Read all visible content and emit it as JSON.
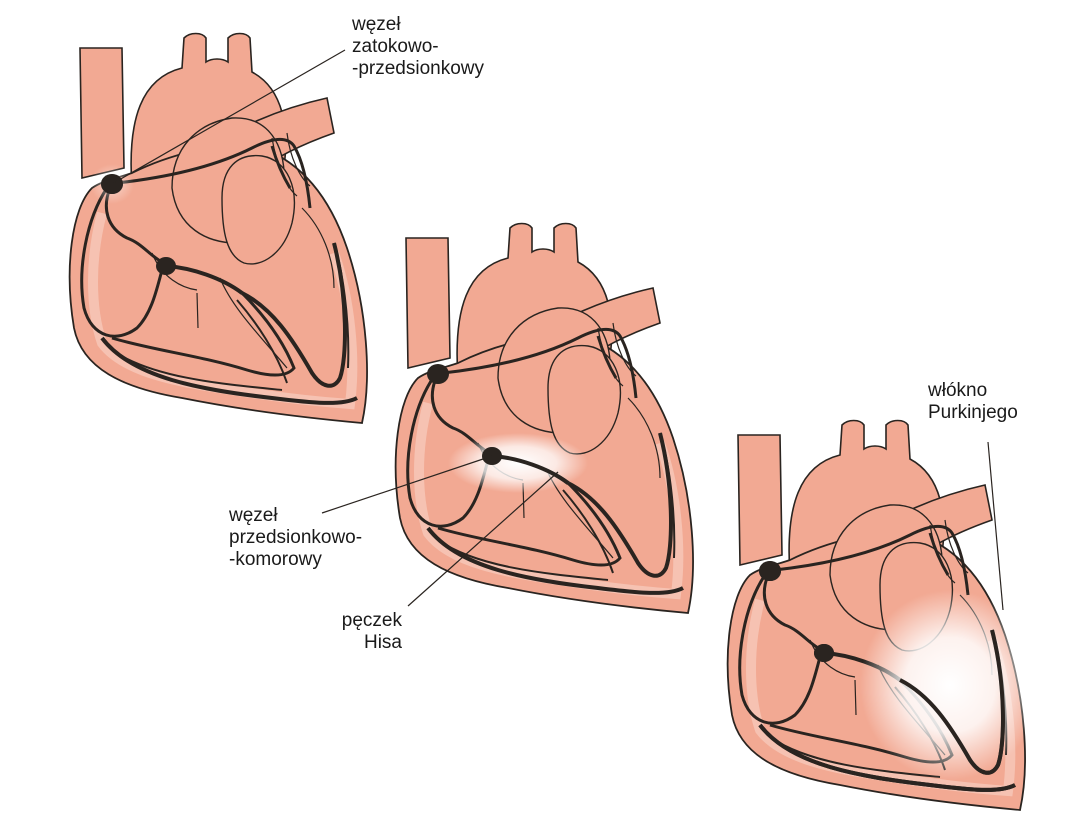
{
  "labels": {
    "sa_node": [
      "węzeł",
      "zatokowo-",
      "-przedsionkowy"
    ],
    "av_node": [
      "węzeł",
      "przedsionkowo-",
      "-komorowy"
    ],
    "his_bundle": [
      "pęczek",
      "Hisa"
    ],
    "purkinje": [
      "włókno",
      "Purkinjego"
    ]
  },
  "colors": {
    "heart_fill": "#f2a993",
    "heart_stroke": "#2a2420",
    "conduction": "#2a2420",
    "highlight": "#ffffff",
    "background": "#ffffff"
  },
  "stages": [
    "sa-node-excitation",
    "av-node-excitation",
    "purkinje-excitation"
  ]
}
